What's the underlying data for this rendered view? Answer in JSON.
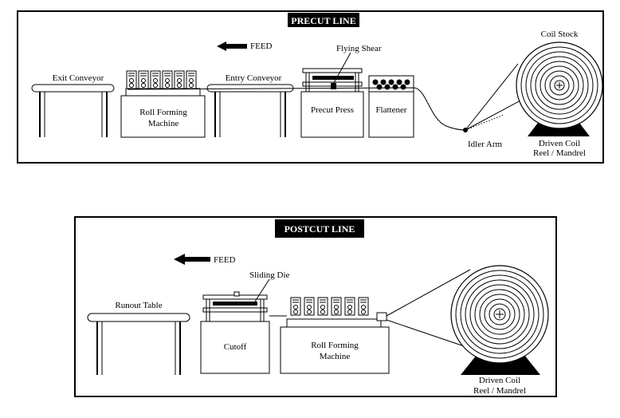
{
  "precut": {
    "title": "PRECUT LINE",
    "feed": "FEED",
    "exit_conveyor": "Exit Conveyor",
    "roll_forming_line1": "Roll Forming",
    "roll_forming_line2": "Machine",
    "entry_conveyor": "Entry Conveyor",
    "flying_shear": "Flying Shear",
    "precut_press": "Precut Press",
    "flattener": "Flattener",
    "idler_arm": "Idler Arm",
    "coil_stock": "Coil Stock",
    "driven_coil_line1": "Driven Coil",
    "driven_coil_line2": "Reel / Mandrel"
  },
  "postcut": {
    "title": "POSTCUT LINE",
    "feed": "FEED",
    "sliding_die": "Sliding Die",
    "runout_table": "Runout Table",
    "cutoff": "Cutoff",
    "roll_forming_line1": "Roll Forming",
    "roll_forming_line2": "Machine",
    "driven_coil_line1": "Driven Coil",
    "driven_coil_line2": "Reel / Mandrel"
  }
}
